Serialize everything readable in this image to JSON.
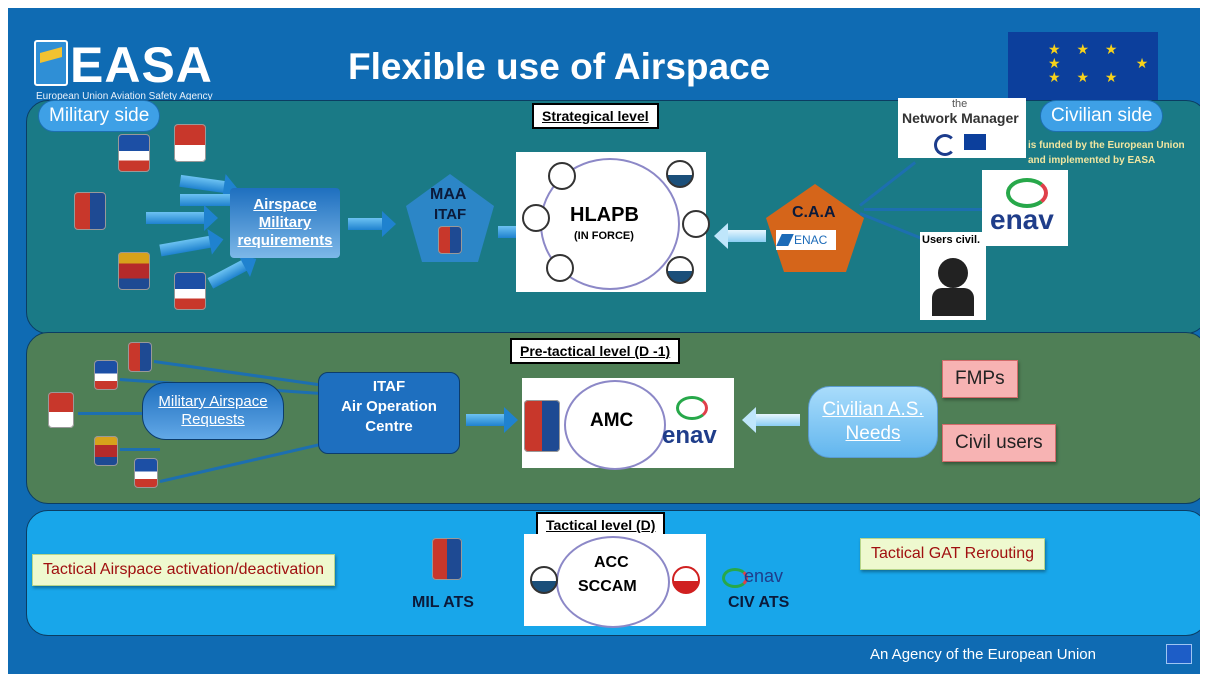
{
  "header": {
    "logo": "EASA",
    "logo_subtitle": "European Union Aviation Safety Agency",
    "title": "Flexible use of  Airspace"
  },
  "sides": {
    "military": "Military side",
    "civilian": "Civilian side"
  },
  "eu_funding": "is funded by the European Union and implemented by EASA",
  "strategical": {
    "level_label": "Strategical level",
    "airspace_requirements": "Airspace Military requirements",
    "maa_line1": "MAA",
    "maa_line2": "ITAF",
    "hlapb": "HLAPB",
    "hlapb_sub": "(IN FORCE)",
    "caa": "C.A.A",
    "enac": "ENAC",
    "network_manager_the": "the",
    "network_manager": "Network Manager",
    "enav": "enav",
    "users_civil": "Users civil."
  },
  "pretactical": {
    "level_label": "Pre-tactical level (D -1)",
    "military_requests": "Military Airspace Requests",
    "itaf_line1": "ITAF",
    "itaf_line2": "Air Operation",
    "itaf_line3": "Centre",
    "amc": "AMC",
    "enav": "enav",
    "civilian_needs": "Civilian A.S. Needs",
    "fmps": "FMPs",
    "civil_users": "Civil users"
  },
  "tactical": {
    "level_label": "Tactical level (D)",
    "airspace_activation": "Tactical Airspace activation/deactivation",
    "mil_ats": "MIL ATS",
    "acc_line1": "ACC",
    "acc_line2": "SCCAM",
    "civ_ats": "CIV ATS",
    "enav": "enav",
    "gat_rerouting": "Tactical GAT Rerouting"
  },
  "footer": {
    "agency": "An Agency of the European Union"
  },
  "colors": {
    "slide_blue": "#0f6bb3",
    "strategic_band": "#1a7a86",
    "pretactical_band": "#4f7f56",
    "tactical_band": "#18a6ea",
    "caa_orange": "#d5651a"
  }
}
